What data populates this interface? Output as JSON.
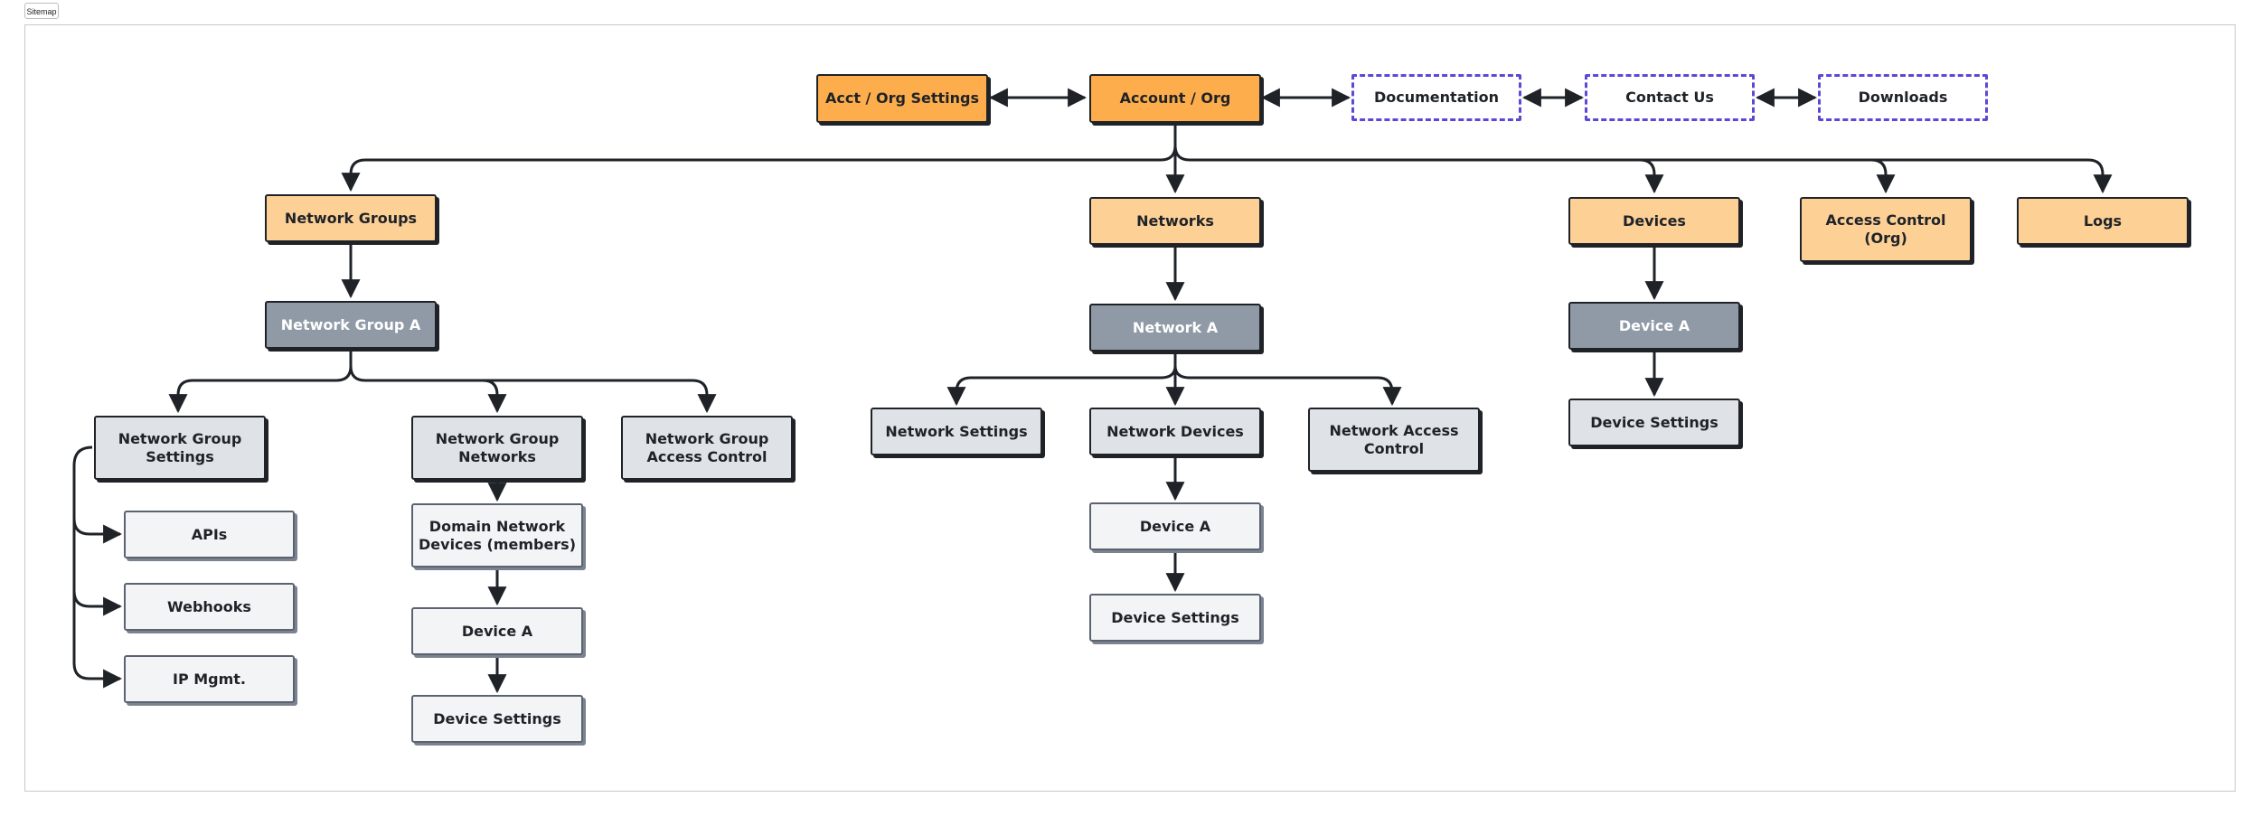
{
  "tab": {
    "label": "Sitemap"
  },
  "nodes": {
    "acct_org_settings": "Acct / Org Settings",
    "account_org": "Account / Org",
    "documentation": "Documentation",
    "contact_us": "Contact Us",
    "downloads": "Downloads",
    "network_groups": "Network Groups",
    "networks": "Networks",
    "devices": "Devices",
    "access_control_org": "Access Control (Org)",
    "logs": "Logs",
    "network_group_a": "Network Group A",
    "network_a": "Network A",
    "device_a_top": "Device A",
    "network_group_settings": "Network Group Settings",
    "network_group_networks": "Network Group Networks",
    "network_group_access_control": "Network Group Access Control",
    "apis": "APIs",
    "webhooks": "Webhooks",
    "ip_mgmt": "IP Mgmt.",
    "domain_network_devices": "Domain Network Devices (members)",
    "ng_device_a": "Device A",
    "ng_device_settings": "Device Settings",
    "network_settings": "Network Settings",
    "network_devices": "Network Devices",
    "network_access_control": "Network Access Control",
    "n_device_a": "Device A",
    "n_device_settings": "Device Settings",
    "d_device_settings": "Device Settings"
  },
  "colors": {
    "primary": "#fdad4b",
    "secondary": "#fdd096",
    "dark": "#8f9aa6",
    "light": "#dfe2e7",
    "lighter": "#f3f4f6",
    "external_border": "#5a49d6",
    "line": "#1f2328"
  }
}
